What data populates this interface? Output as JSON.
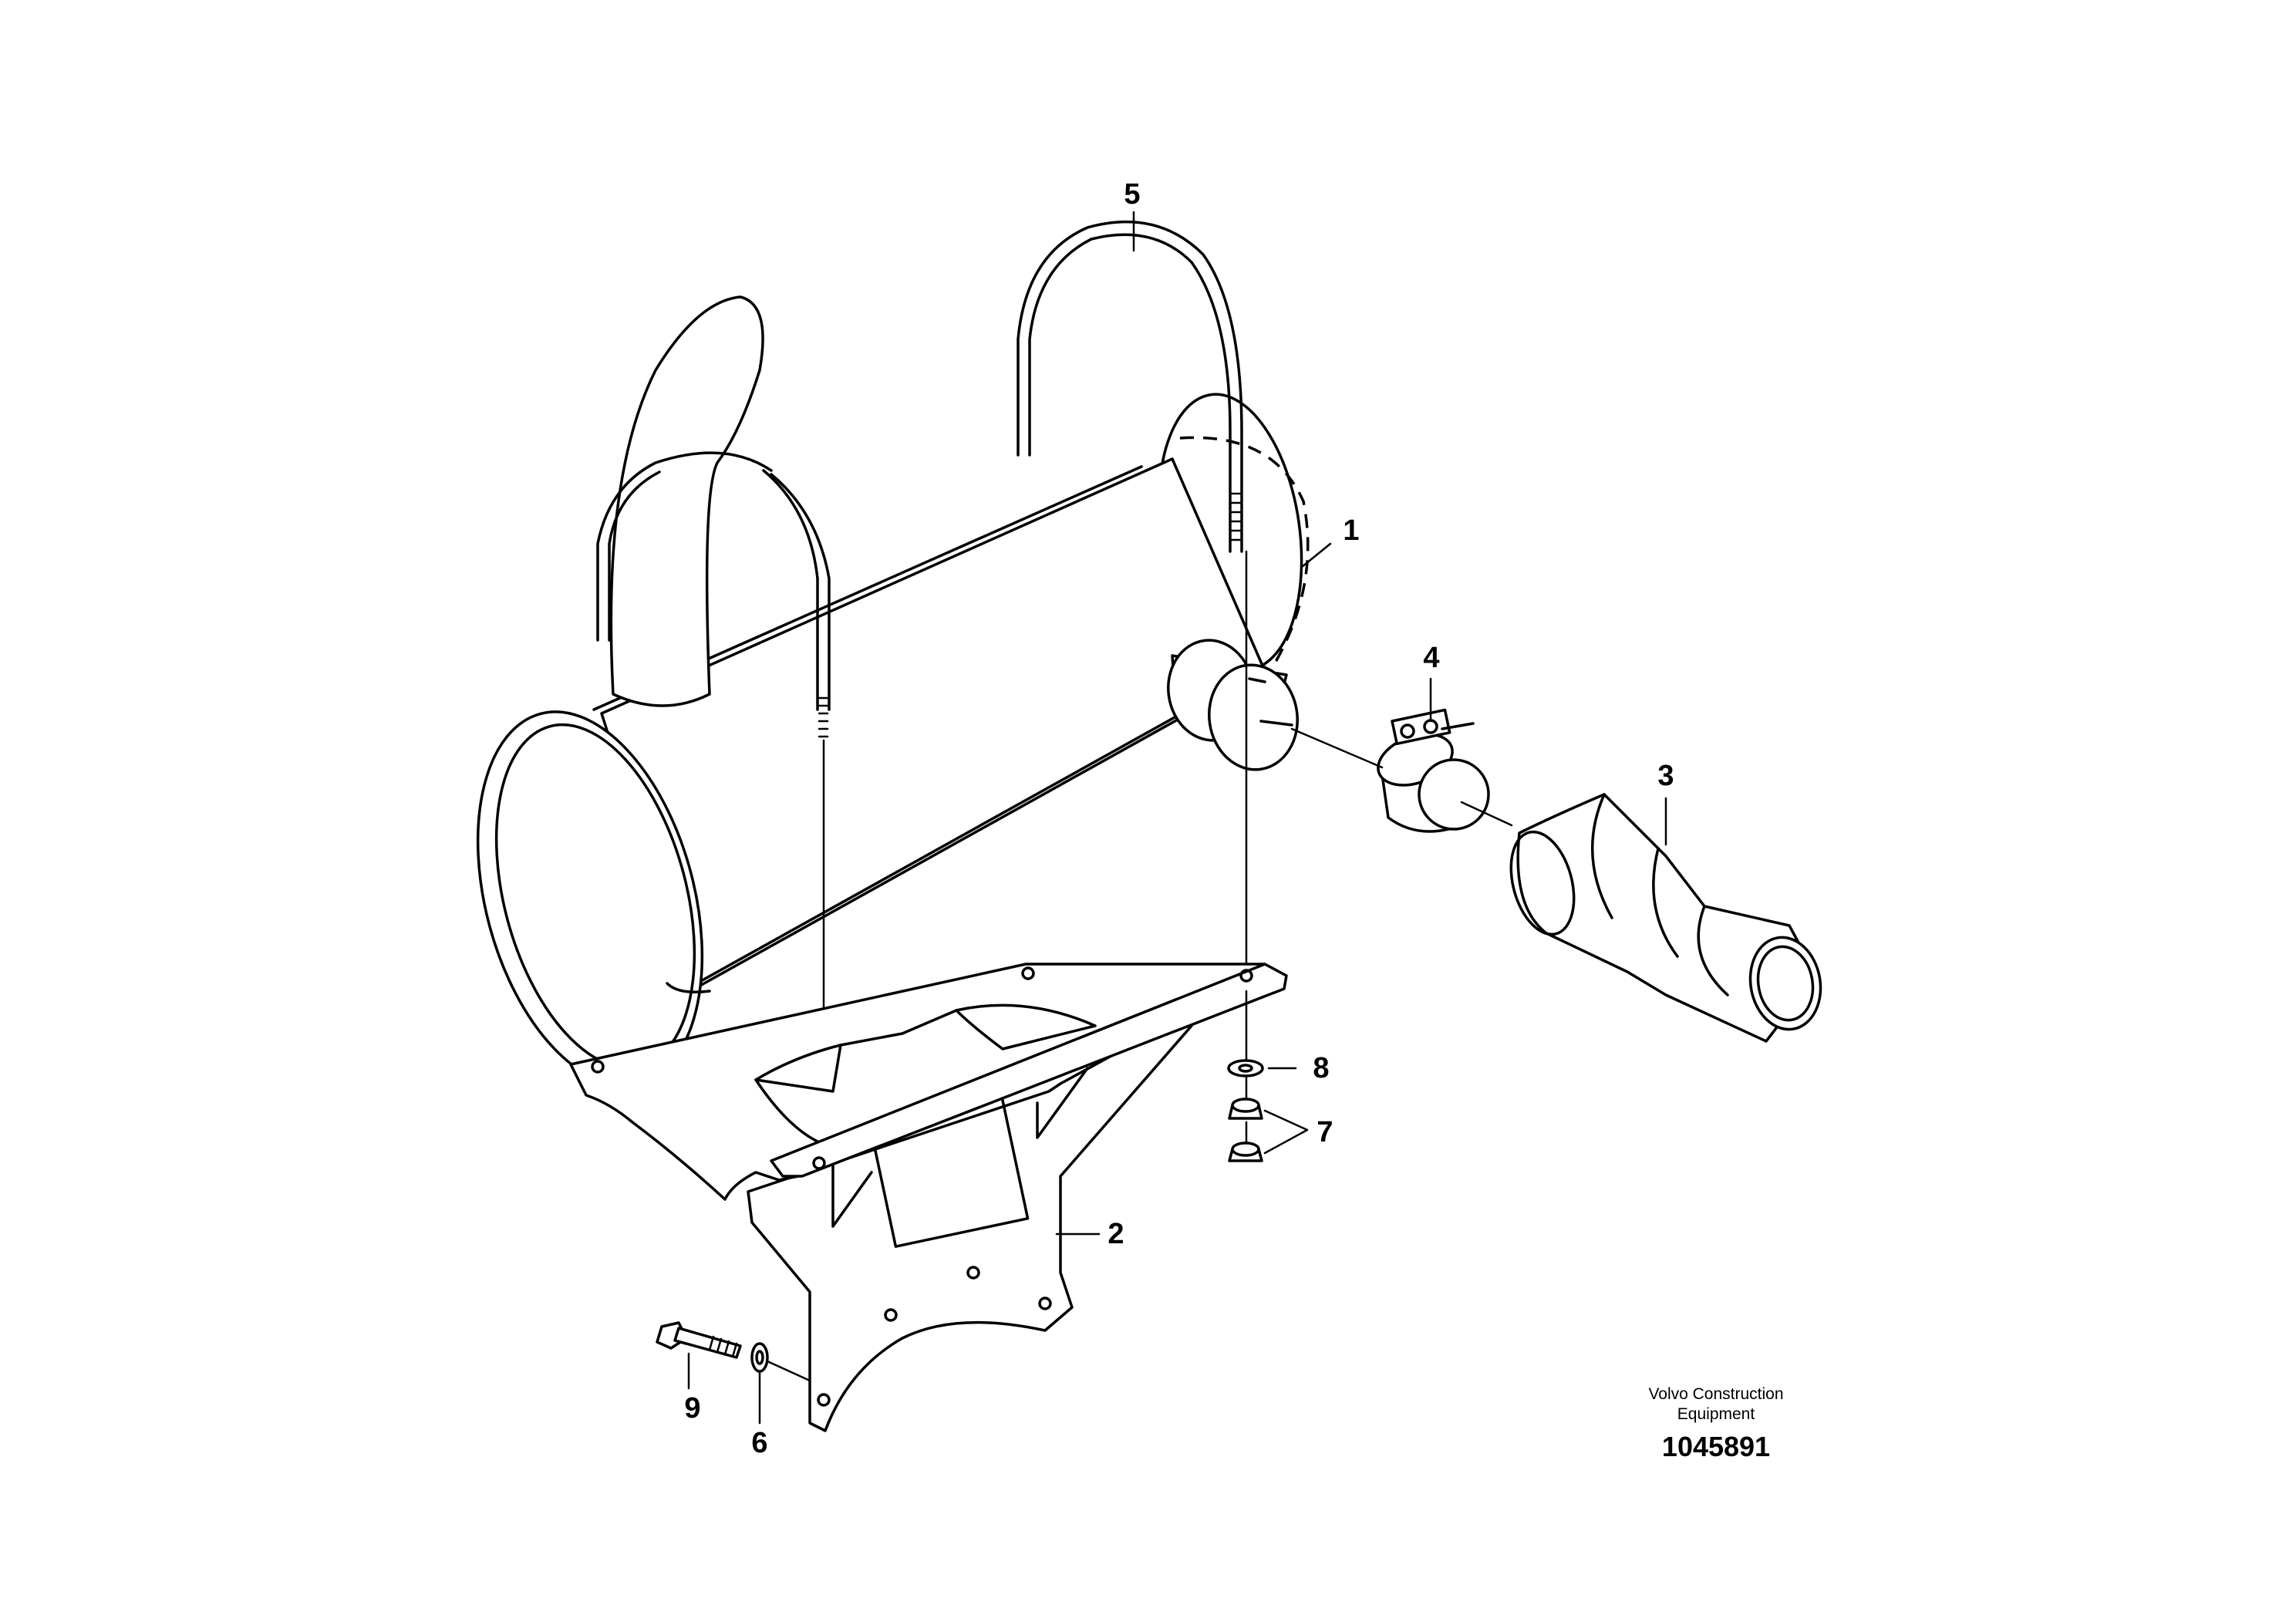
{
  "callouts": [
    "1",
    "2",
    "3",
    "4",
    "5",
    "6",
    "7",
    "8",
    "9"
  ],
  "caption": {
    "line1": "Volvo Construction",
    "line2": "Equipment",
    "doc_number": "1045891"
  }
}
